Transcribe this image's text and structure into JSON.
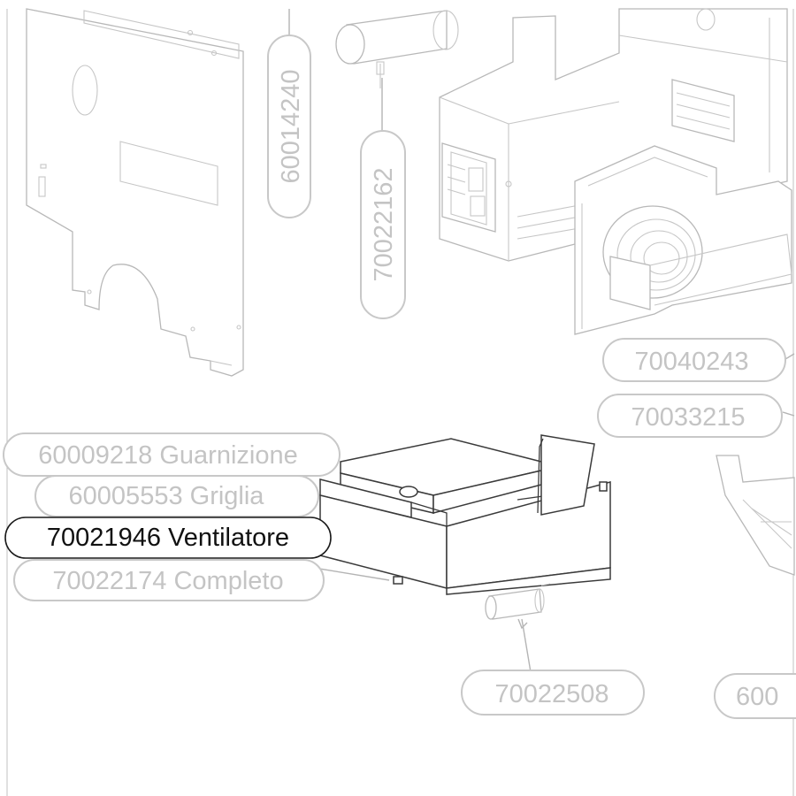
{
  "callouts": {
    "p60014240": "60014240",
    "p70022162": "70022162",
    "p70040243": "70040243",
    "p70033215": "70033215",
    "p60009218": "60009218 Guarnizione",
    "p60005553": "60005553 Griglia",
    "p70021946": "70021946 Ventilatore",
    "p70022174": "70022174 Completo",
    "p70022508": "70022508",
    "p600": "600"
  },
  "selected_part": "70021946 Ventilatore",
  "colors": {
    "selected": "#111111",
    "unselected": "#c4c4c4",
    "drawing": "#b8b8b8"
  }
}
